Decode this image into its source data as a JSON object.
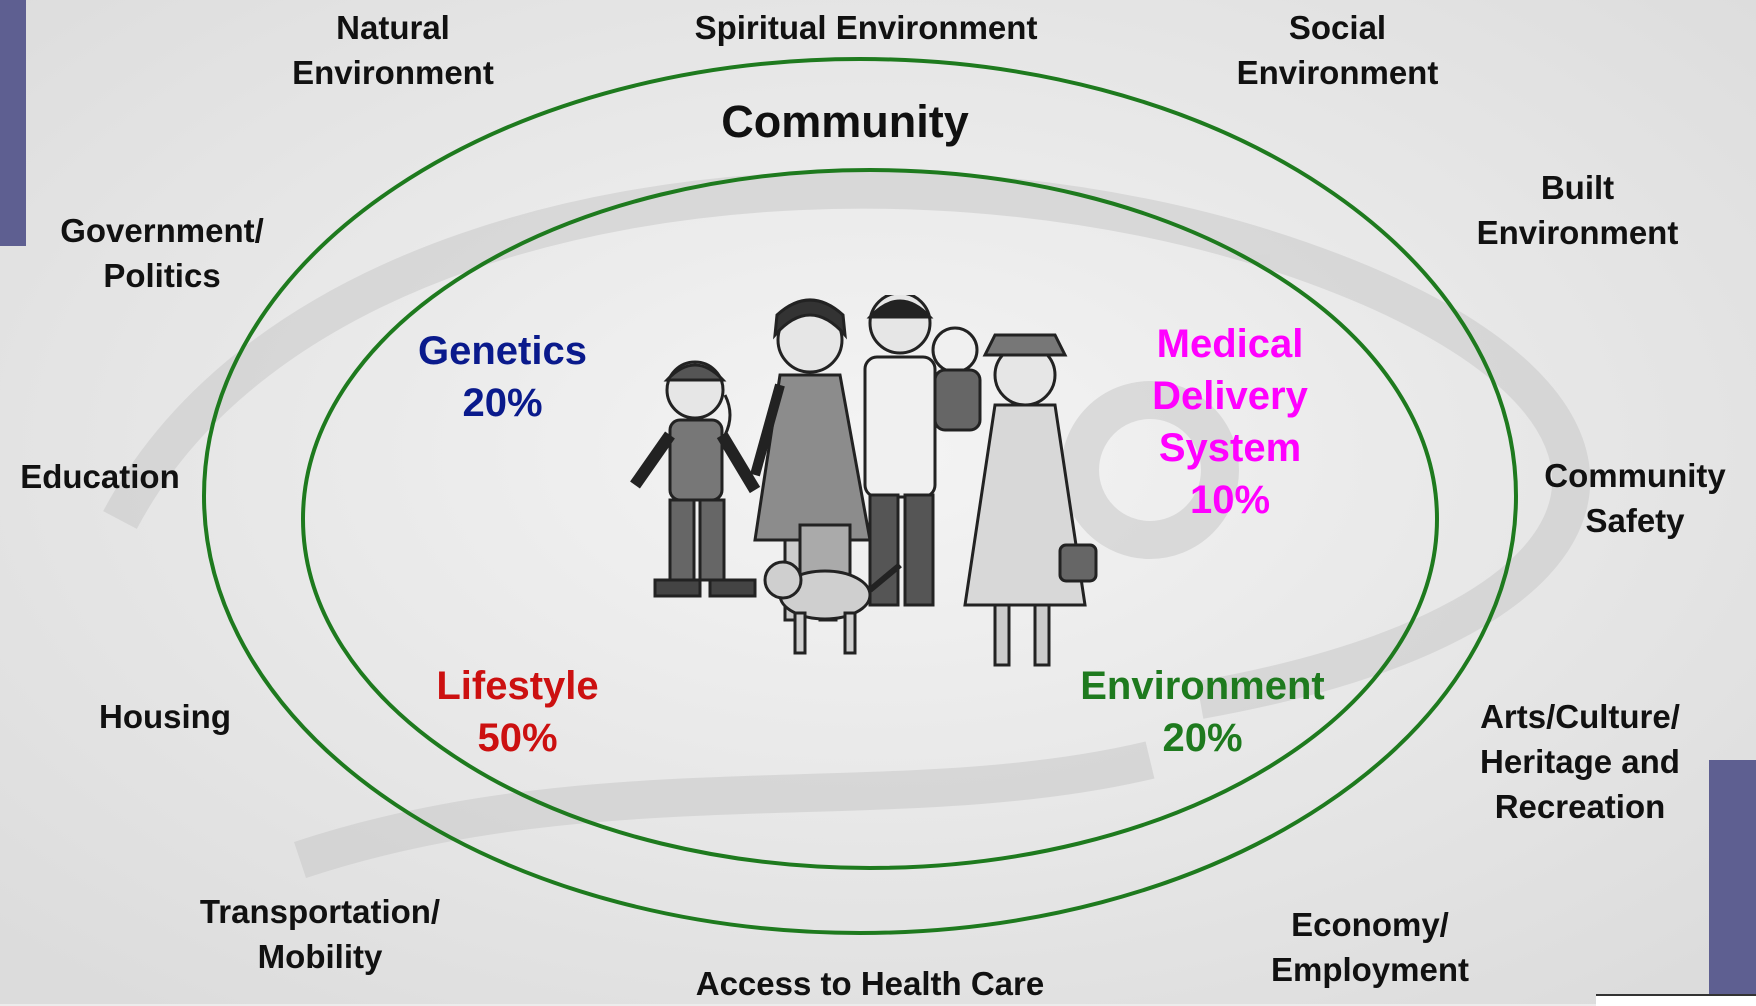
{
  "colors": {
    "ellipse_stroke": "#1e7a1e",
    "genetics": "#0a1a8c",
    "medical": "#ff00ff",
    "lifestyle": "#cc1010",
    "environment": "#1e7a1e",
    "outer_text": "#111111",
    "slide_accent": "#5e5f91"
  },
  "center_label": "Community",
  "outer_labels": {
    "natural": [
      "Natural",
      "Environment"
    ],
    "spiritual": [
      "Spiritual Environment"
    ],
    "social": [
      "Social",
      "Environment"
    ],
    "built": [
      "Built",
      "Environment"
    ],
    "government": [
      "Government/",
      "Politics"
    ],
    "education": [
      "Education"
    ],
    "community_safety": [
      "Community",
      "Safety"
    ],
    "housing": [
      "Housing"
    ],
    "arts": [
      "Arts/Culture/",
      "Heritage and",
      "Recreation"
    ],
    "transportation": [
      "Transportation/",
      "Mobility"
    ],
    "economy": [
      "Economy/",
      "Employment"
    ],
    "access": [
      "Access to Health Care"
    ]
  },
  "inner_factors": {
    "genetics": {
      "lines": [
        "Genetics",
        "20%"
      ]
    },
    "medical": {
      "lines": [
        "Medical",
        "Delivery",
        "System",
        "10%"
      ]
    },
    "lifestyle": {
      "lines": [
        "Lifestyle",
        "50%"
      ]
    },
    "environment": {
      "lines": [
        "Environment",
        "20%"
      ]
    }
  },
  "illustration": {
    "icon": "family-illustration-icon"
  }
}
